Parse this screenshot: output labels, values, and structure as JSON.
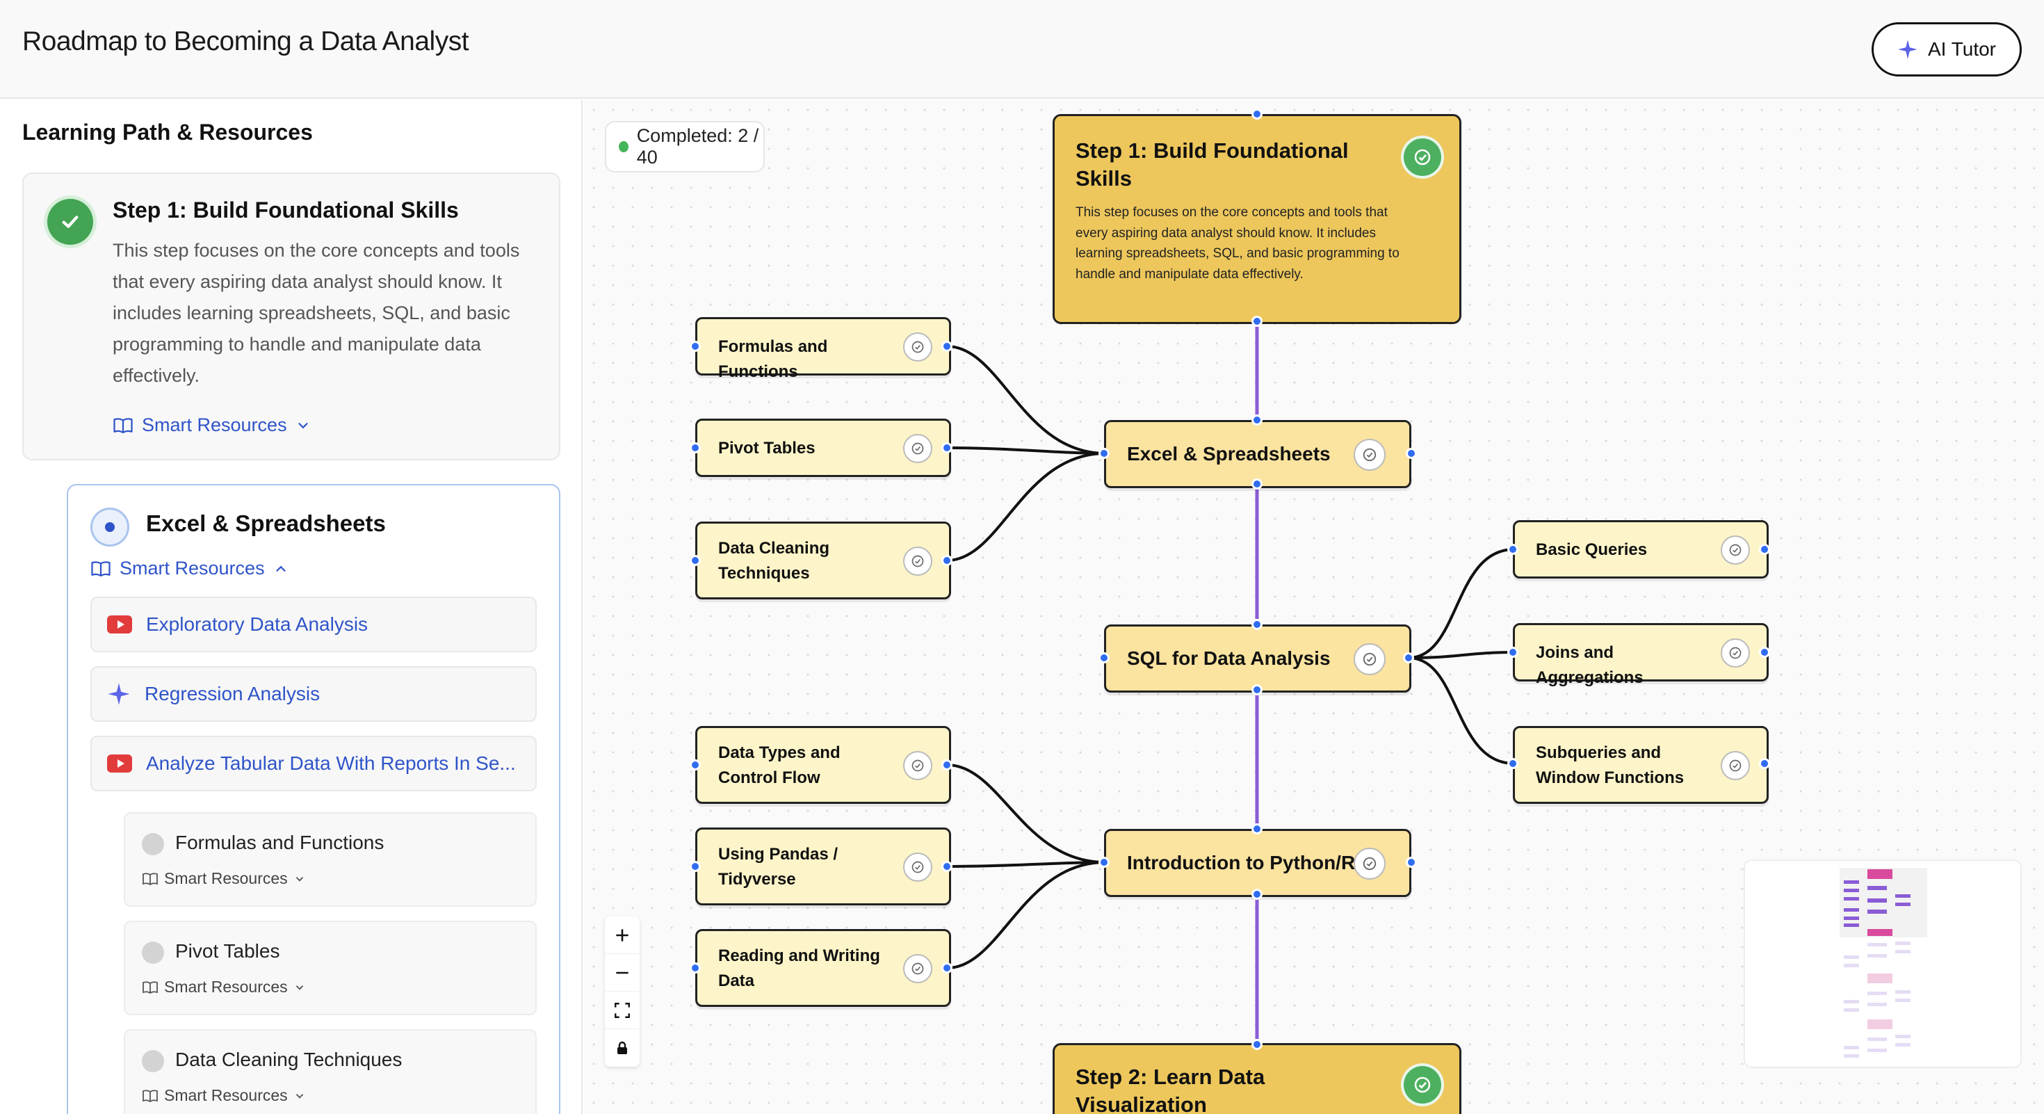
{
  "header": {
    "title": "Roadmap to Becoming a Data Analyst",
    "ai_tutor_label": "AI Tutor"
  },
  "sidebar": {
    "title": "Learning Path & Resources",
    "step": {
      "title": "Step 1: Build Foundational Skills",
      "description": "This step focuses on the core concepts and tools that every aspiring data analyst should know. It includes learning spreadsheets, SQL, and basic programming to handle and manipulate data effectively.",
      "smart_resources_label": "Smart Resources"
    },
    "substep": {
      "title": "Excel & Spreadsheets",
      "smart_resources_label": "Smart Resources",
      "resources": [
        {
          "label": "Exploratory Data Analysis",
          "icon": "youtube-icon"
        },
        {
          "label": "Regression Analysis",
          "icon": "sparkle-icon"
        },
        {
          "label": "Analyze Tabular Data With Reports In Se...",
          "icon": "youtube-icon"
        }
      ],
      "leaves": [
        {
          "title": "Formulas and Functions",
          "smart_resources_label": "Smart Resources"
        },
        {
          "title": "Pivot Tables",
          "smart_resources_label": "Smart Resources"
        },
        {
          "title": "Data Cleaning Techniques",
          "smart_resources_label": "Smart Resources"
        }
      ]
    }
  },
  "canvas": {
    "completed_label": "Completed: 2 / 40",
    "step1": {
      "title": "Step 1: Build Foundational Skills",
      "description": "This step focuses on the core concepts and tools that every aspiring data analyst should know. It includes learning spreadsheets, SQL, and basic programming to handle and manipulate data effectively."
    },
    "step2": {
      "title": "Step 2: Learn Data Visualization"
    },
    "topics": {
      "excel": "Excel & Spreadsheets",
      "sql": "SQL for Data Analysis",
      "python": "Introduction to Python/R"
    },
    "subtopics": {
      "formulas": "Formulas and Functions",
      "pivot": "Pivot Tables",
      "cleaning": "Data Cleaning Techniques",
      "basic_queries": "Basic Queries",
      "joins": "Joins and Aggregations",
      "subqueries": "Subqueries and Window Functions",
      "data_types": "Data Types and Control Flow",
      "pandas": "Using Pandas / Tidyverse",
      "reading_writing": "Reading and Writing Data"
    },
    "colors": {
      "edge_vertical": "#8a5cd6",
      "edge_branch": "#111111",
      "step_node": "#edc75c",
      "topic_node": "#fbe3a0",
      "subtopic_node": "#fdf5c9",
      "handle": "#2f6cf0"
    }
  }
}
